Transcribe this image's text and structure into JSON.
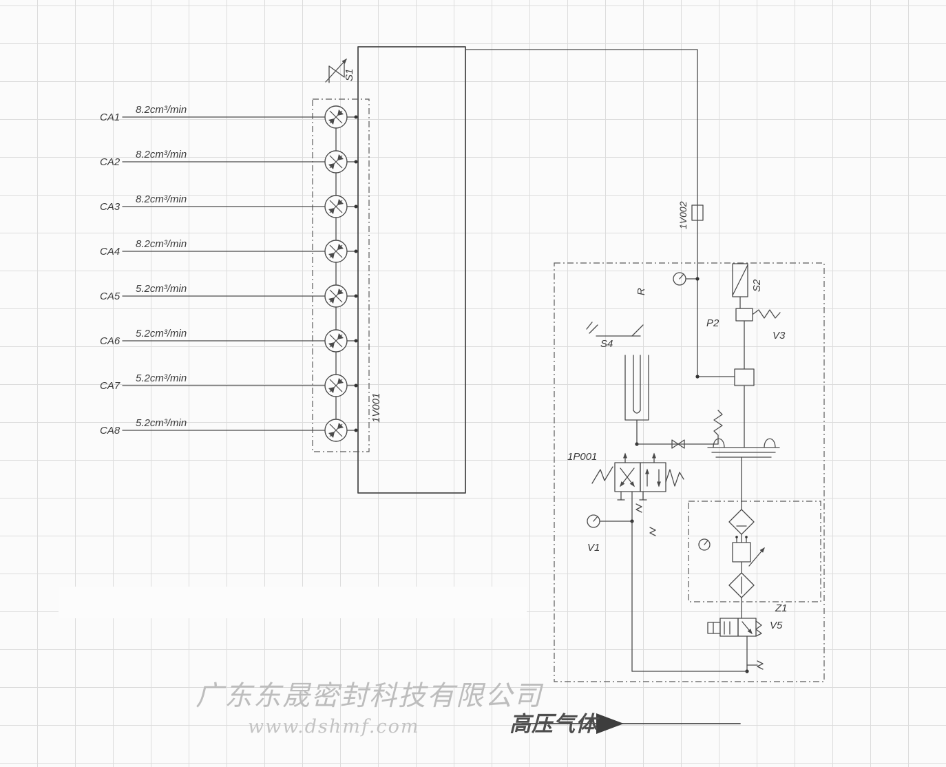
{
  "channels": [
    {
      "name": "CA1",
      "flow": "8.2cm³/min"
    },
    {
      "name": "CA2",
      "flow": "8.2cm³/min"
    },
    {
      "name": "CA3",
      "flow": "8.2cm³/min"
    },
    {
      "name": "CA4",
      "flow": "8.2cm³/min"
    },
    {
      "name": "CA5",
      "flow": "5.2cm³/min"
    },
    {
      "name": "CA6",
      "flow": "5.2cm³/min"
    },
    {
      "name": "CA7",
      "flow": "5.2cm³/min"
    },
    {
      "name": "CA8",
      "flow": "5.2cm³/min"
    }
  ],
  "labels": {
    "s1": "S1",
    "v001": "1V001",
    "v002": "1V002",
    "s2": "S2",
    "p2": "P2",
    "v3": "V3",
    "s4": "S4",
    "r": "R",
    "p001": "1P001",
    "v1": "V1",
    "z1": "Z1",
    "v5": "V5"
  },
  "watermark": {
    "company": "广东东晟密封科技有限公司",
    "website": "www.dshmf.com"
  },
  "footer": {
    "gas": "高压气体"
  }
}
